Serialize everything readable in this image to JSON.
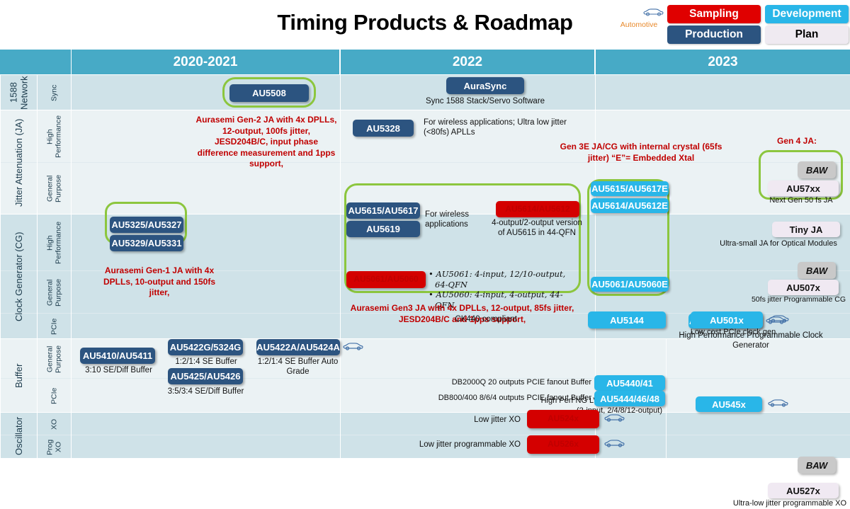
{
  "header": {
    "title": "Timing Products & Roadmap",
    "legend": {
      "automotive_label": "Automotive",
      "automotive_icon": "car-icon",
      "sampling": "Sampling",
      "production": "Production",
      "development": "Development",
      "plan": "Plan"
    },
    "colors": {
      "sampling": "#E00000",
      "production": "#2C5480",
      "development": "#29B6E8",
      "plan": "#EFEAF1",
      "header_band": "#47AAC6",
      "highlight_outline": "#8CC63E",
      "annotation_red": "#C00000",
      "automotive_text": "#E8892B"
    }
  },
  "columns": {
    "corner": "",
    "year1": "2020-2021",
    "year2": "2022",
    "year3": "2023"
  },
  "row_labels": {
    "network_sync": "1588 Network",
    "network_sync_sub": "Sync",
    "jitter_attenuation": "Jitter Attenuation (JA)",
    "clock_generator": "Clock Generator (CG)",
    "buffer": "Buffer",
    "oscillator": "Oscillator",
    "high_performance": "High Performance",
    "general_purpose": "General Purpose",
    "pcie": "PCIe",
    "xo": "XO",
    "prog_xo": "Prog XO"
  },
  "cells": {
    "sync_2020": {
      "chip": "AU5508"
    },
    "sync_2022": {
      "chip": "AuraSync",
      "caption": "Sync 1588 Stack/Servo Software"
    },
    "ja_gen2_note": "Aurasemi Gen-2 JA with 4x DPLLs,  12-output, 100fs jitter, JESD204B/C, input phase difference measurement and 1pps support,",
    "ja_gp_2020": {
      "chip1": "AU5325/AU5327",
      "chip2": "AU5329/AU5331"
    },
    "ja_gen1_note": "Aurasemi Gen-1 JA with 4x DPLLs, 10-output and 150fs jitter,",
    "ja_hp_2022": {
      "chip": "AU5328",
      "caption": "For wireless applications; Ultra low jitter (<80fs) APLLs"
    },
    "ja_gp_2022": {
      "chip1": "AU5615/AU5617",
      "chip2": "AU5619",
      "caption": "For wireless applications",
      "chip3": "AU5614/AU5612",
      "caption3": "4-output/2-output version of AU5615 in 44-QFN"
    },
    "cg_hp_2022": {
      "chip": "AU5061/AU5060",
      "bullets": [
        "AU5061: 4-input, 12/10-output, 64-QFN",
        "AU5060: 4-input, 4-output, 44-QFN"
      ]
    },
    "cg_gen3_note": "Aurasemi Gen3 JA with 4x DPLLs, 12-output, 85fs jitter, JESD204B/C and 1pps support,",
    "gen3e_note": "Gen 3E JA/CG with internal crystal (65fs jitter) “E”= Embedded Xtal",
    "gen4_note": "Gen 4 JA:",
    "ja_2023_e": {
      "chip1": "AU5615/AU5617E",
      "chip2": "AU5614/AU5612E"
    },
    "cg_2023_e": {
      "chip": "AU5061/AU5060E"
    },
    "gen4_box": {
      "baw": "BAW",
      "chip": "AU57xx",
      "caption": "Next Gen 50 fs JA"
    },
    "tiny_ja": {
      "chip": "Tiny JA",
      "caption": "Ultra-small JA for Optical Modules"
    },
    "cg_hp_2023": {
      "baw": "BAW",
      "chip": "AU507x",
      "caption": "50fs jitter Programmable CG"
    },
    "cg_gp_2023": {
      "chip": "AU503x/4x/6x/7x",
      "caption": "High Performance Programmable Clock Generator",
      "auto": true
    },
    "cg_pcie_2022": {
      "caption": "CK440 compliant",
      "chip": "AU5144"
    },
    "cg_pcie_2023": {
      "chip": "AU501x",
      "caption": "Low cost PCIe clock gen",
      "auto": true
    },
    "buf_gp_a": {
      "chip": "AU5410/AU5411",
      "caption": "3:10 SE/Diff Buffer"
    },
    "buf_gp_b": {
      "chip1": "AU5422G/5324G",
      "caption1": "1:2/1:4 SE Buffer",
      "chip2": "AU5425/AU5426",
      "caption2": "3:5/3:4 SE/Diff Buffer"
    },
    "buf_gp_c": {
      "chip": "AU5422A/AU5424A",
      "caption": "1:2/1:4 SE Buffer Auto Grade",
      "auto": true
    },
    "buf_gp_2023": {
      "caption": "High Perf NG LVDS/LVPECL buffer (2-input, 2/4/8/12-output)",
      "chip": "AU545x",
      "auto": true
    },
    "buf_pcie_1": {
      "caption": "DB2000Q  20 outputs PCIE fanout Buffer",
      "chip": "AU5440/41"
    },
    "buf_pcie_2": {
      "caption": "DB800/400 8/6/4 outputs PCIE fanout Buffer",
      "chip": "AU5444/46/48"
    },
    "osc_xo": {
      "caption": "Low jitter XO",
      "chip": "AU524x",
      "auto": true
    },
    "osc_xo_2023": {
      "baw": "BAW"
    },
    "osc_prog": {
      "caption": "Low jitter programmable XO",
      "chip": "AU526x",
      "auto": true
    },
    "osc_prog_2023": {
      "chip": "AU527x",
      "caption": "Ultra-low jitter programmable XO"
    }
  }
}
